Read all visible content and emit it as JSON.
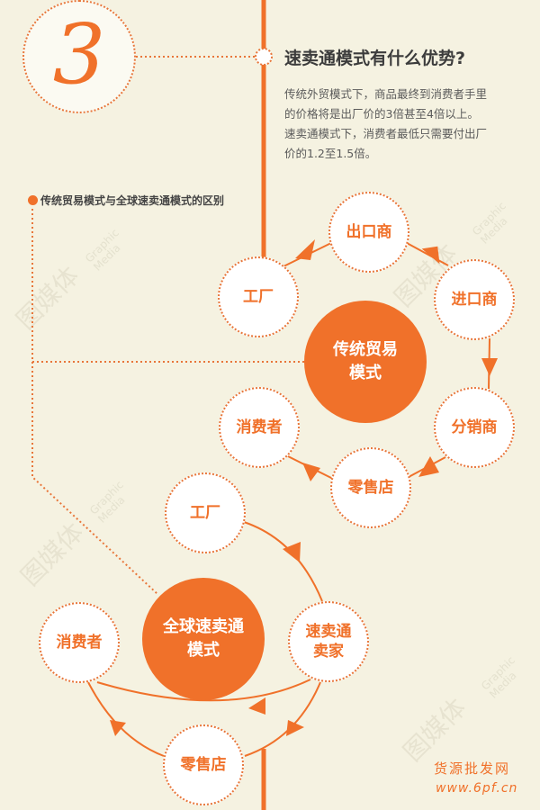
{
  "colors": {
    "background": "#f5f2e1",
    "accent": "#f0712a",
    "text_dark": "#3c3c3c",
    "text_body": "#5b5b5b"
  },
  "section": {
    "number": "3",
    "title": "速卖通模式有什么优势?",
    "paragraph_lines": [
      "传统外贸模式下，商品最终到消费者手里",
      "的价格将是出厂价的3倍甚至4倍以上。",
      "速卖通模式下，消费者最低只需要付出厂",
      "价的1.2至1.5倍。"
    ]
  },
  "comparison_label": "传统贸易模式与全球速卖通模式的区别",
  "traditional": {
    "center_line1": "传统贸易",
    "center_line2": "模式",
    "nodes": [
      "出口商",
      "进口商",
      "分销商",
      "零售店",
      "消费者",
      "工厂"
    ]
  },
  "aliexpress": {
    "center_line1": "全球速卖通",
    "center_line2": "模式",
    "nodes": {
      "factory": "工厂",
      "seller_line1": "速卖通",
      "seller_line2": "卖家",
      "retail": "零售店",
      "consumer": "消费者"
    }
  },
  "watermark": {
    "cn": "图媒体",
    "en_line1": "Graphic",
    "en_line2": "Media"
  },
  "footer": {
    "brand": "货源批发网",
    "url": "www.6pf.cn"
  }
}
